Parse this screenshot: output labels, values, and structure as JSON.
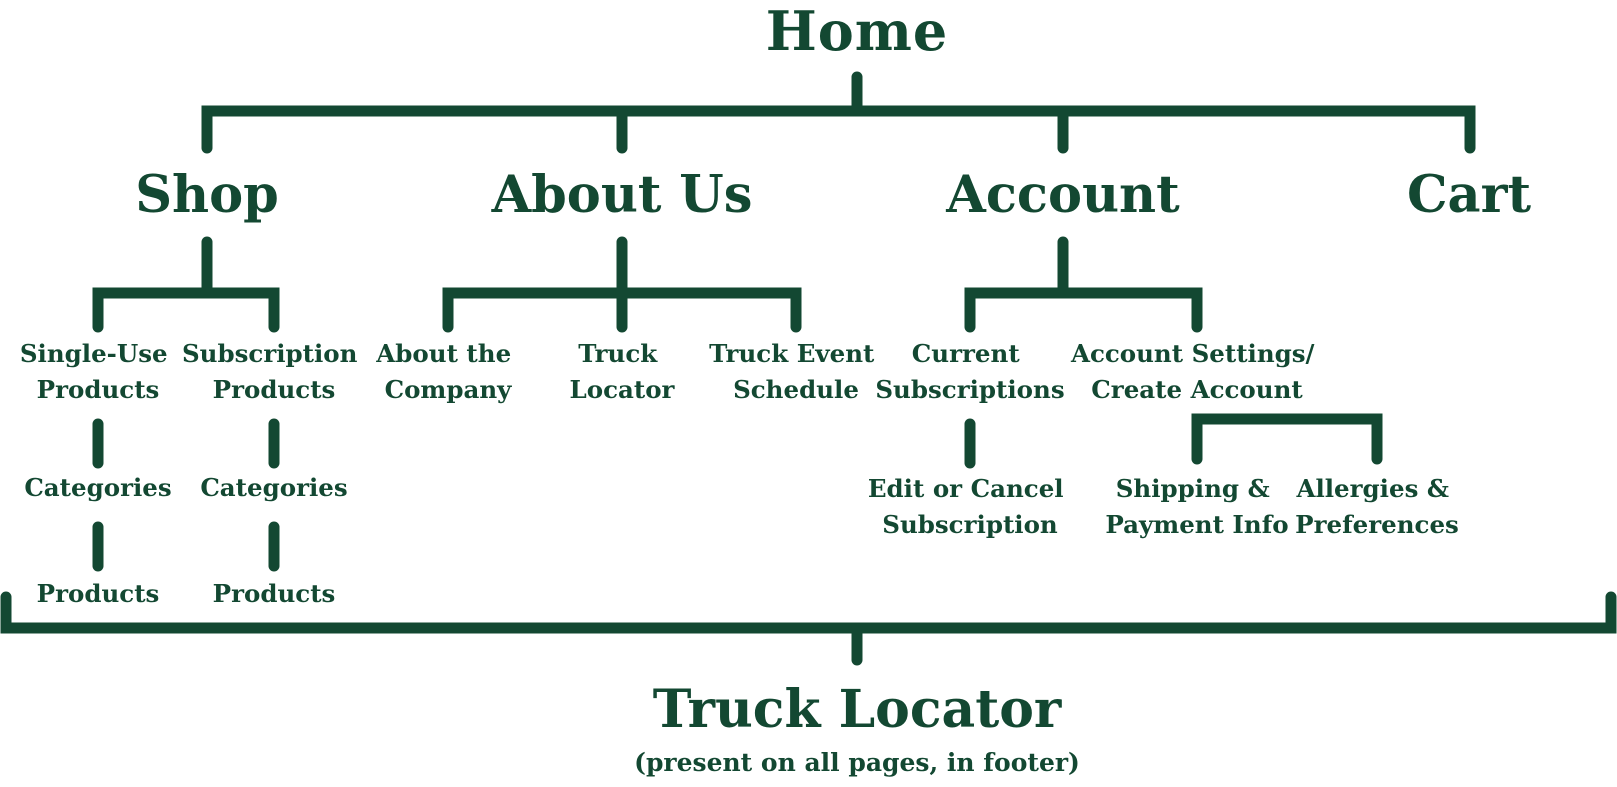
{
  "sitemap": {
    "root": "Home",
    "sections": {
      "shop": {
        "label": "Shop",
        "children": {
          "single_use": {
            "label_lines": [
              "Single-Use",
              "Products"
            ],
            "categories": "Categories",
            "products": "Products"
          },
          "subscription": {
            "label_lines": [
              "Subscription",
              "Products"
            ],
            "categories": "Categories",
            "products": "Products"
          }
        }
      },
      "about": {
        "label": "About Us",
        "children": {
          "company": {
            "label_lines": [
              "About the",
              "Company"
            ]
          },
          "locator": {
            "label_lines": [
              "Truck",
              "Locator"
            ]
          },
          "schedule": {
            "label_lines": [
              "Truck Event",
              "Schedule"
            ]
          }
        }
      },
      "account": {
        "label": "Account",
        "children": {
          "current_subscriptions": {
            "label_lines": [
              "Current",
              "Subscriptions"
            ],
            "edit": {
              "label_lines": [
                "Edit or Cancel",
                "Subscription"
              ]
            }
          },
          "settings": {
            "label_lines": [
              "Account Settings/",
              "Create Account"
            ],
            "shipping": {
              "label_lines": [
                "Shipping &",
                "Payment Info"
              ]
            },
            "allergies": {
              "label_lines": [
                "Allergies &",
                "Preferences"
              ]
            }
          }
        }
      },
      "cart": {
        "label": "Cart"
      }
    },
    "footer": {
      "label": "Truck Locator",
      "note": "(present on all pages, in footer)"
    }
  },
  "colors": {
    "ink": "#134832",
    "background": "#ffffff"
  }
}
